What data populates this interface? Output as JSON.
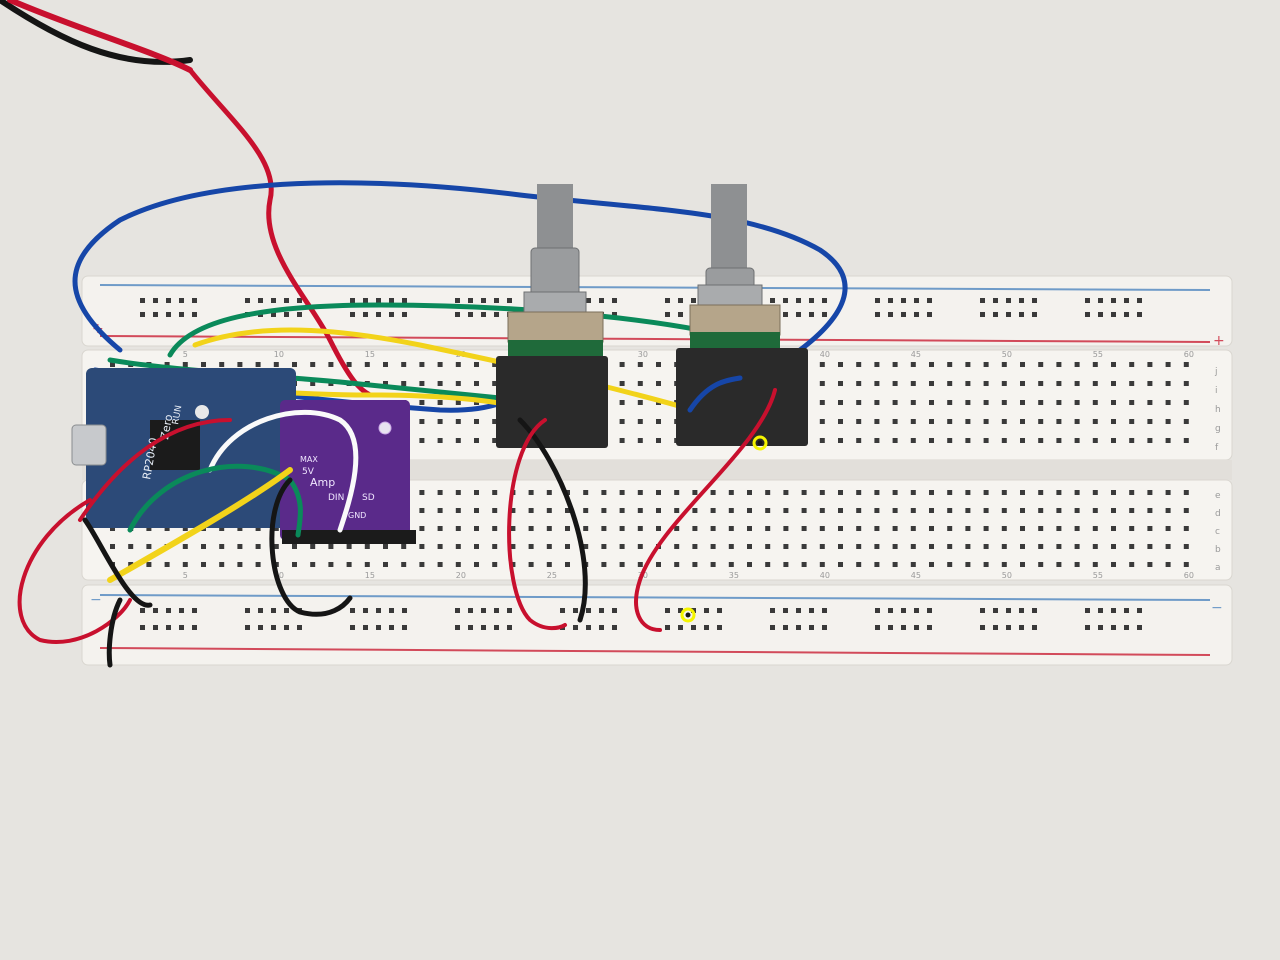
{
  "scene": {
    "background": "#e6e4e0",
    "breadboard": {
      "body_color": "#f4f2ee",
      "hole_color": "#3a3a3a",
      "rail_red": "#d24a5a",
      "rail_blue": "#6f9bc8",
      "rail_labels": {
        "plus": "+",
        "minus": "−"
      },
      "column_numbers": [
        "5",
        "10",
        "15",
        "20",
        "25",
        "30",
        "35",
        "40",
        "45",
        "50",
        "55",
        "60"
      ],
      "row_letters_top": [
        "f",
        "g",
        "h",
        "i",
        "j"
      ],
      "row_letters_bottom": [
        "a",
        "b",
        "c",
        "d",
        "e"
      ]
    },
    "microcontroller": {
      "board_color": "#2c4a78",
      "label_lines": [
        "RP2040",
        "Zero",
        "RUN"
      ]
    },
    "amp_module": {
      "board_color": "#5a2a8a",
      "label_lines": [
        "MAX",
        "5V",
        "Amp",
        "DIN",
        "SD",
        "GND"
      ]
    },
    "encoders": [
      {
        "name": "encoder-left",
        "shaft_color": "#8e9092",
        "body_color": "#2a2a2a",
        "pcb_color": "#1f6a3a"
      },
      {
        "name": "encoder-right",
        "shaft_color": "#8e9092",
        "body_color": "#2a2a2a",
        "pcb_color": "#1f6a3a"
      }
    ],
    "wire_colors": {
      "red": "#c8102e",
      "black": "#151515",
      "blue": "#1646a8",
      "green": "#0a8a5a",
      "yellow": "#f2d31a",
      "white": "#fafafa"
    },
    "markers": [
      {
        "name": "marker-upper",
        "color": "#f5f500"
      },
      {
        "name": "marker-lower",
        "color": "#f5f500"
      }
    ]
  }
}
